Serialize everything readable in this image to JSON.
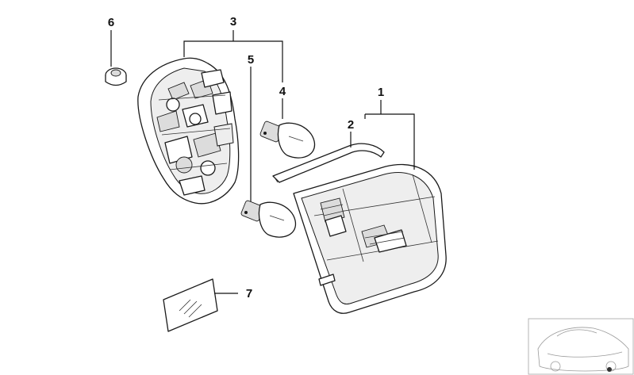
{
  "diagram": {
    "callouts": [
      {
        "id": "c1",
        "label": "1"
      },
      {
        "id": "c2",
        "label": "2"
      },
      {
        "id": "c3",
        "label": "3"
      },
      {
        "id": "c4",
        "label": "4"
      },
      {
        "id": "c5",
        "label": "5"
      },
      {
        "id": "c6",
        "label": "6"
      },
      {
        "id": "c7",
        "label": "7"
      }
    ],
    "parts": {
      "c1": "tail-light-lens",
      "c2": "gasket-strip",
      "c3": "bulb-carrier",
      "c4": "bulb",
      "c5": "bulb",
      "c6": "grommet-nut",
      "c7": "label-sticker"
    },
    "thumbnail": "car-location-thumbnail"
  }
}
